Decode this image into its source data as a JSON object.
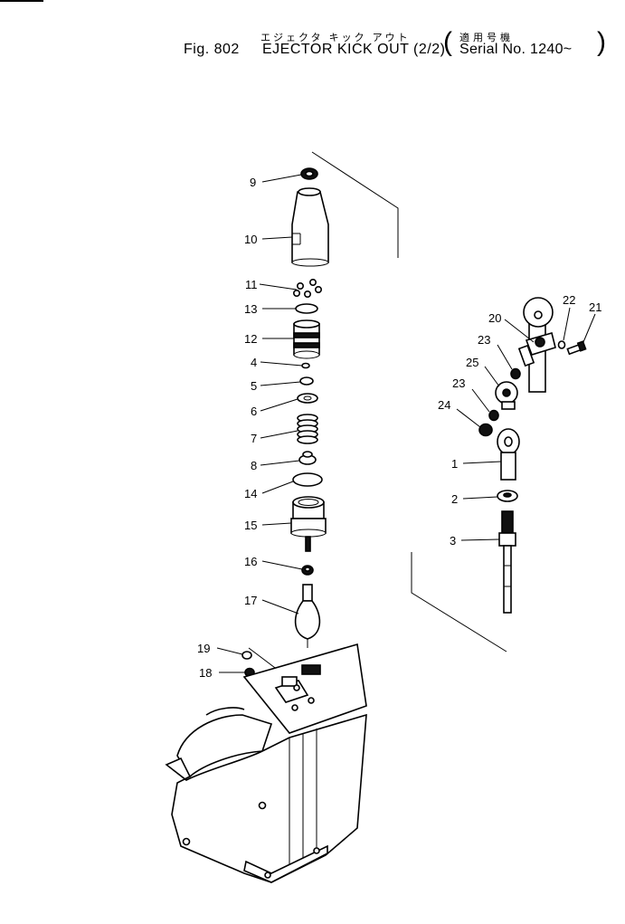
{
  "header": {
    "fig_number": "Fig. 802",
    "title_jp": "エジェクタ キック アウト",
    "title_en": "EJECTOR KICK OUT (2/2)",
    "serial_jp": "適用号機",
    "serial_en": "Serial No. 1240~"
  },
  "parts": [
    {
      "no": "1"
    },
    {
      "no": "2"
    },
    {
      "no": "3"
    },
    {
      "no": "4"
    },
    {
      "no": "5"
    },
    {
      "no": "6"
    },
    {
      "no": "7"
    },
    {
      "no": "8"
    },
    {
      "no": "9"
    },
    {
      "no": "10"
    },
    {
      "no": "11"
    },
    {
      "no": "12"
    },
    {
      "no": "13"
    },
    {
      "no": "14"
    },
    {
      "no": "15"
    },
    {
      "no": "16"
    },
    {
      "no": "17"
    },
    {
      "no": "18"
    },
    {
      "no": "19"
    },
    {
      "no": "20"
    },
    {
      "no": "21"
    },
    {
      "no": "22"
    },
    {
      "no": "23"
    },
    {
      "no": "23"
    },
    {
      "no": "24"
    },
    {
      "no": "25"
    }
  ]
}
